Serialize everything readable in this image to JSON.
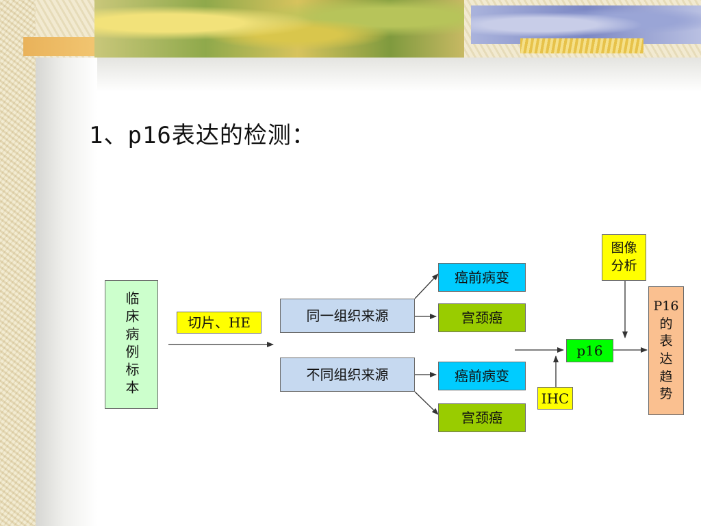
{
  "slide": {
    "title": "1、p16表达的检测："
  },
  "diagram": {
    "specimen": "临床病例标本",
    "slice_label": "切片、HE",
    "same_source": "同一组织来源",
    "diff_source": "不同组织来源",
    "precancer_1": "癌前病变",
    "cancer_1": "宫颈癌",
    "precancer_2": "癌前病变",
    "cancer_2": "宫颈癌",
    "p16": "p16",
    "ihc": "IHC",
    "image_analysis": "图像\n分析",
    "result": "P16\n的\n表\n达\n趋\n势"
  },
  "colors": {
    "specimen_fill": "#ccffcc",
    "slice_fill": "#ffff00",
    "source_fill": "#c6d9f0",
    "precancer_fill": "#00ccff",
    "cancer_fill": "#99cc00",
    "p16_fill": "#00ff00",
    "ihc_fill": "#ffff00",
    "image_fill": "#ffff00",
    "result_fill": "#fac090"
  }
}
